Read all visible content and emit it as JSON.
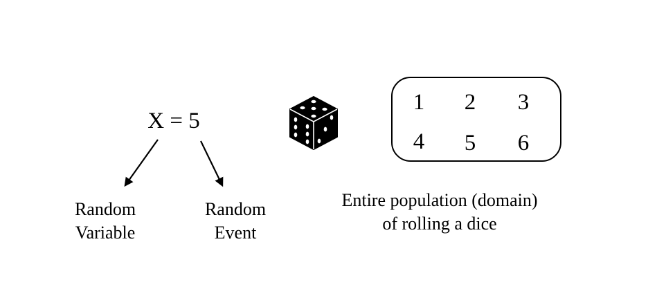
{
  "expression": "X = 5",
  "labels": {
    "random_variable_line1": "Random",
    "random_variable_line2": "Variable",
    "random_event_line1": "Random",
    "random_event_line2": "Event",
    "population_line1": "Entire population (domain)",
    "population_line2": "of rolling a dice"
  },
  "domain_values": [
    "1",
    "2",
    "3",
    "4",
    "5",
    "6"
  ],
  "icons": {
    "dice": "dice-icon"
  },
  "colors": {
    "ink": "#000000",
    "background": "#ffffff"
  }
}
